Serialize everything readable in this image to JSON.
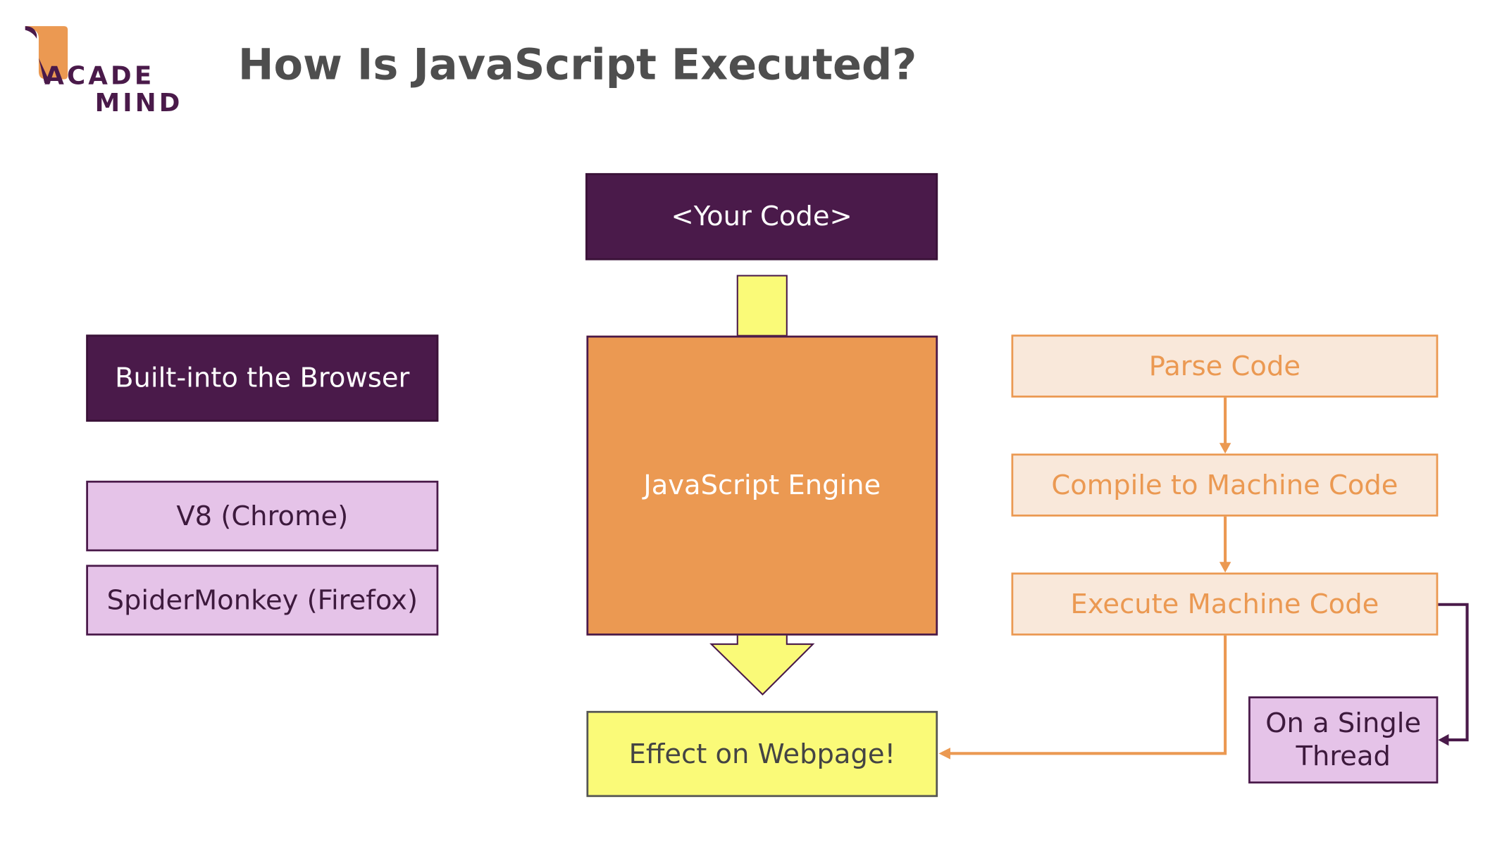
{
  "title": "How Is JavaScript Executed?",
  "logo": {
    "line1": "ACADE",
    "line2": "MIND"
  },
  "code_box": "<Your Code>",
  "engine_box": "JavaScript Engine",
  "effect_box": "Effect on Webpage!",
  "left": {
    "header": "Built-into the Browser",
    "engines": [
      "V8 (Chrome)",
      "SpiderMonkey (Firefox)"
    ]
  },
  "steps": [
    "Parse Code",
    "Compile to Machine Code",
    "Execute Machine Code"
  ],
  "thread_box": "On a Single Thread",
  "colors": {
    "dark_purple": "#4a1a4a",
    "light_purple": "#e5c3e8",
    "orange": "#eb9952",
    "light_orange": "#f9e8da",
    "yellow": "#fafa78"
  }
}
